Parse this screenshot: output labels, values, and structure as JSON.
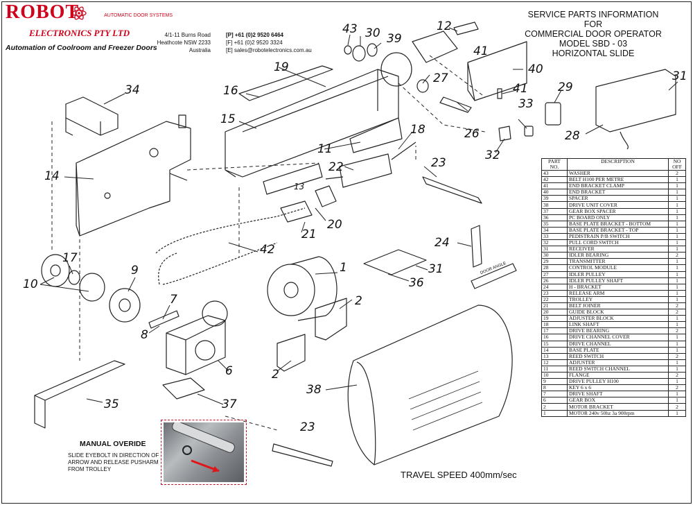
{
  "brand": {
    "name": "ROBOT",
    "tagline": "AUTOMATIC DOOR SYSTEMS",
    "subname": "ELECTRONICS PTY LTD",
    "slogan": "Automation of Coolroom and Freezer Doors",
    "logo_icon": "atom-icon",
    "accent": "#d0021b"
  },
  "address": {
    "line1": "4/1-11 Burns Road",
    "line2": "Heathcote NSW 2233",
    "line3": "Australia"
  },
  "contact": {
    "phone_label": "[P]",
    "phone": "+61 (0)2 9520 6464",
    "fax_label": "[F]",
    "fax": "+61 (0)2 9520 3324",
    "email_label": "[E]",
    "email": "sales@robotelectronics.com.au"
  },
  "title": {
    "line1": "SERVICE  PARTS  INFORMATION",
    "line2": "FOR",
    "line3": "COMMERCIAL  DOOR  OPERATOR",
    "line4": "MODEL  SBD - 03",
    "line5": "HORIZONTAL  SLIDE"
  },
  "table": {
    "headers": {
      "part": "PART\nNO.",
      "desc": "DESCRIPTION",
      "qty": "NO\nOFF"
    },
    "rows": [
      [
        "43",
        "WASHER",
        "2"
      ],
      [
        "42",
        "BELT H100 PER METRE",
        "1"
      ],
      [
        "41",
        "END BRACKET CLAMP",
        "1"
      ],
      [
        "40",
        "END BRACKET",
        "1"
      ],
      [
        "39",
        "SPACER",
        "1"
      ],
      [
        "38",
        "DRIVE UNIT COVER",
        "1"
      ],
      [
        "37",
        "GEAR BOX SPACER",
        "1"
      ],
      [
        "36",
        "PC BOARD ONLY",
        "1"
      ],
      [
        "35",
        "BASE PLATE BRACKET - BOTTOM",
        "1"
      ],
      [
        "34",
        "BASE PLATE BRACKET - TOP",
        "1"
      ],
      [
        "33",
        "PEDISTRAIN P/B SWITCH",
        "1"
      ],
      [
        "32",
        "PULL CORD SWITCH",
        "1"
      ],
      [
        "31",
        "RECEIVER",
        "1"
      ],
      [
        "30",
        "IDLER BEARING",
        "2"
      ],
      [
        "29",
        "TRANSMITTER",
        "1"
      ],
      [
        "28",
        "CONTROL MODULE",
        "1"
      ],
      [
        "27",
        "IDLER PULLEY",
        "1"
      ],
      [
        "26",
        "IDLER PULLEY SHAFT",
        "1"
      ],
      [
        "24",
        "H - BRACKET",
        "1"
      ],
      [
        "23",
        "RELEASE ARM",
        "1"
      ],
      [
        "22",
        "TROLLEY",
        "1"
      ],
      [
        "21",
        "BELT JOINER",
        "2"
      ],
      [
        "20",
        "GUIDE BLOCK",
        "2"
      ],
      [
        "19",
        "ADJUSTER BLOCK",
        "1"
      ],
      [
        "18",
        "LINK SHAFT",
        "1"
      ],
      [
        "17",
        "DRIVE BEARING",
        "2"
      ],
      [
        "16",
        "DRIVE CHANNEL COVER",
        "1"
      ],
      [
        "15",
        "DRIVE CHANNEL",
        "1"
      ],
      [
        "14",
        "BASE PLATE",
        "1"
      ],
      [
        "13",
        "REED SWITCH",
        "2"
      ],
      [
        "12",
        "ADJUSTER",
        "1"
      ],
      [
        "11",
        "REED SWITCH CHANNEL",
        "1"
      ],
      [
        "10",
        "FLANGE",
        "2"
      ],
      [
        "9",
        "DRIVE PULLEY H100",
        "1"
      ],
      [
        "8",
        "KEY 6 x 6",
        "2"
      ],
      [
        "7",
        "DRIVE SHAFT",
        "1"
      ],
      [
        "6",
        "GEAR BOX",
        "1"
      ],
      [
        "2",
        "MOTOR BRACKET",
        "2"
      ],
      [
        "1",
        "MOTOR 240v 50hz 3a 900rpm",
        "1"
      ]
    ]
  },
  "callouts": {
    "c1": "1",
    "c2a": "2",
    "c2b": "2",
    "c6": "6",
    "c7": "7",
    "c8": "8",
    "c9": "9",
    "c10": "10",
    "c11": "11",
    "c12": "12",
    "c13": "13",
    "c14": "14",
    "c15": "15",
    "c16": "16",
    "c17": "17",
    "c18": "18",
    "c19": "19",
    "c20": "20",
    "c21": "21",
    "c22": "22",
    "c23a": "23",
    "c23b": "23",
    "c24": "24",
    "c26": "26",
    "c27": "27",
    "c28": "28",
    "c29": "29",
    "c30": "30",
    "c31a": "31",
    "c31b": "31",
    "c32": "32",
    "c33": "33",
    "c34": "34",
    "c35": "35",
    "c36": "36",
    "c37": "37",
    "c38": "38",
    "c39": "39",
    "c40": "40",
    "c41a": "41",
    "c41b": "41",
    "c42": "42",
    "c43": "43"
  },
  "door_angle_label": "DOOR ANGLE",
  "travel_speed": "TRAVEL SPEED 400mm/sec",
  "manual": {
    "title": "MANUAL  OVERIDE",
    "desc": "SLIDE EYEBOLT IN DIRECTION OF ARROW AND RELEASE PUSHARM FROM TROLLEY",
    "photo_border": "#c0102a"
  }
}
